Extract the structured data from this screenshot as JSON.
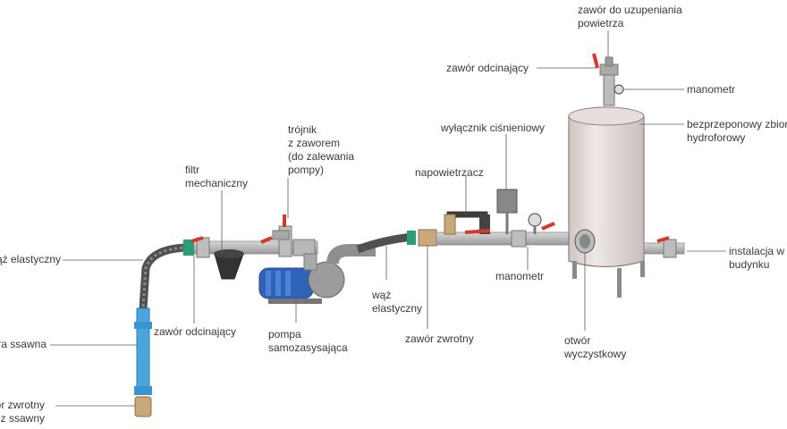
{
  "labels": {
    "waz_elastyczny_left": "wąż elastyczny",
    "rura_ssawna": "rura ssawna",
    "zawor_zwrotny_ssawny": [
      "zawór zwrotny",
      "z ssawny"
    ],
    "zawor_odcinajacy_low": "zawór odcinający",
    "filtr": [
      "filtr",
      "mechaniczny"
    ],
    "trojnik": [
      "trójnik",
      "z zaworem",
      "(do zalewania",
      "pompy)"
    ],
    "pompa": [
      "pompa",
      "samozasysająca"
    ],
    "waz_elastyczny_mid": [
      "wąż",
      "elastyczny"
    ],
    "zawor_zwrotny_mid": "zawór zwrotny",
    "napowietrzacz": "napowietrzacz",
    "wylacznik": "wyłącznik ciśnieniowy",
    "manometr_low": "manometr",
    "zawor_uzupelniania": [
      "zawór do uzupeniania",
      "powietrza"
    ],
    "zawor_odcinajacy_top": "zawór odcinający",
    "manometr_top": "manometr",
    "zbiornik": [
      "bezprzeponowy zbiornik",
      "hydroforowy"
    ],
    "otwor": [
      "otwór",
      "wyczystkowy"
    ],
    "instalacja": [
      "instalacja w",
      "budynku"
    ]
  },
  "colors": {
    "pipe": "#a9a9a9",
    "tank": "#ddd4d1",
    "pump": "#2f63b8",
    "blue_pipe": "#4aa6dc",
    "valve_handle": "#d23b2b",
    "hose": "#555555",
    "label_line": "#5a5a5a"
  }
}
